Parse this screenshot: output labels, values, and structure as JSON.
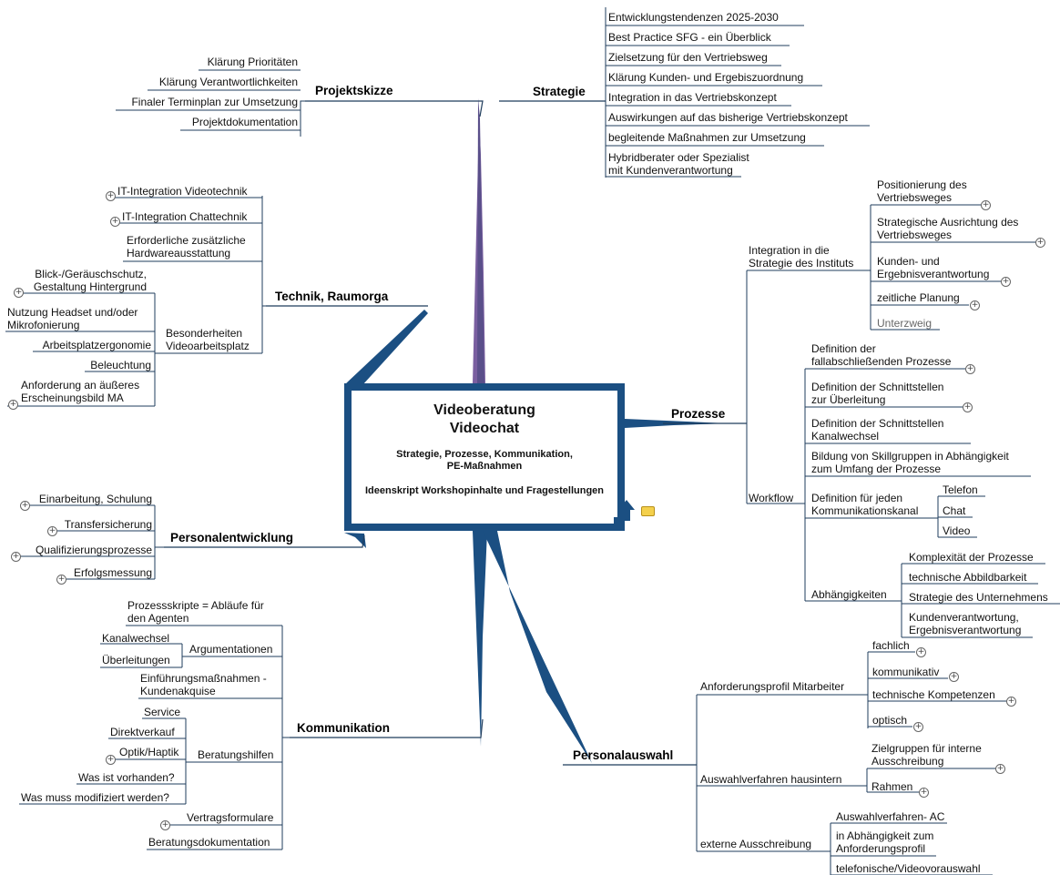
{
  "center": {
    "title_lines": [
      "Videoberatung",
      "Videochat"
    ],
    "subtitle_lines": [
      "Strategie, Prozesse, Kommunikation,",
      "PE-Maßnahmen"
    ],
    "footer": "Ideenskript Workshopinhalte und Fragestellungen"
  },
  "main_topics": {
    "projektskizze": "Projektskizze",
    "strategie": "Strategie",
    "technik": "Technik, Raumorga",
    "prozesse": "Prozesse",
    "personalentwicklung": "Personalentwicklung",
    "kommunikation": "Kommunikation",
    "personalauswahl": "Personalauswahl"
  },
  "projektskizze": [
    "Klärung Prioritäten",
    "Klärung Verantwortlichkeiten",
    "Finaler Terminplan zur Umsetzung",
    "Projektdokumentation"
  ],
  "strategie": [
    "Entwicklungstendenzen 2025-2030",
    "Best Practice SFG - ein Überblick",
    "Zielsetzung für den Vertriebsweg",
    "Klärung Kunden- und Ergebiszuordnung",
    "Integration in das Vertriebskonzept",
    "Auswirkungen auf das bisherige Vertriebskonzept",
    "begleitende Maßnahmen zur Umsetzung",
    "Hybridberater oder Spezialist\nmit Kundenverantwortung"
  ],
  "technik": {
    "items": [
      "IT-Integration Videotechnik",
      "IT-Integration Chattechnik",
      "Erforderliche zusätzliche\nHardwareausstattung"
    ],
    "besonderheiten": "Besonderheiten\nVideoarbeitsplatz",
    "sub": [
      "Blick-/Geräuschschutz,\nGestaltung Hintergrund",
      "Nutzung Headset und/oder\nMikrofonierung",
      "Arbeitsplatzergonomie",
      "Beleuchtung",
      "Anforderung an äußeres\nErscheinungsbild MA"
    ]
  },
  "personalentwicklung": [
    "Einarbeitung, Schulung",
    "Transfersicherung",
    "Qualifizierungsprozesse",
    "Erfolgsmessung"
  ],
  "kommunikation": {
    "prozessskripte": "Prozessskripte = Abläufe für\nden Agenten",
    "argumentationen": "Argumentationen",
    "arg_sub": [
      "Kanalwechsel",
      "Überleitungen"
    ],
    "einfuehrung": "Einführungsmaßnahmen -\nKundenakquise",
    "beratungshilfen": "Beratungshilfen",
    "bh_sub": [
      "Service",
      "Direktverkauf",
      "Optik/Haptik",
      "Was ist vorhanden?",
      "Was muss modifiziert werden?"
    ],
    "vertragsformulare": "Vertragsformulare",
    "beratungsdokumentation": "Beratungsdokumentation"
  },
  "prozesse": {
    "integration": "Integration in die\nStrategie des Instituts",
    "integration_sub": [
      "Positionierung des\nVertriebsweges",
      "Strategische Ausrichtung des\nVertriebsweges",
      "Kunden- und\nErgebnisverantwortung",
      "zeitliche Planung",
      "Unterzweig"
    ],
    "workflow": "Workflow",
    "workflow_sub": [
      "Definition der\nfallabschließenden Prozesse",
      "Definition der Schnittstellen\nzur Überleitung",
      "Definition der Schnittstellen\nKanalwechsel",
      "Bildung von Skillgruppen in Abhängigkeit\nzum Umfang der Prozesse",
      "Definition für jeden\nKommunikationskanal"
    ],
    "kanaele": [
      "Telefon",
      "Chat",
      "Video"
    ],
    "abhaengigkeiten": "Abhängigkeiten",
    "abh_sub": [
      "Komplexität der Prozesse",
      "technische Abbildbarkeit",
      "Strategie des Unternehmens",
      "Kundenverantwortung,\nErgebnisverantwortung"
    ]
  },
  "personalauswahl": {
    "profil": "Anforderungsprofil Mitarbeiter",
    "profil_sub": [
      "fachlich",
      "kommunikativ",
      "technische Kompetenzen",
      "optisch"
    ],
    "hausintern": "Auswahlverfahren hausintern",
    "hausintern_sub": [
      "Zielgruppen für interne\nAusschreibung",
      "Rahmen"
    ],
    "extern": "externe Ausschreibung",
    "extern_sub": [
      "Auswahlverfahren- AC",
      "in Abhängigkeit zum\nAnforderungsprofil",
      "telefonische/Videovorauswahl"
    ]
  },
  "colors": {
    "frame": "#1b4f82",
    "branch": "#1b4f82",
    "branch_top": "#7a5fa0",
    "line": "#1f3c5c",
    "note": "#f4d04c"
  }
}
